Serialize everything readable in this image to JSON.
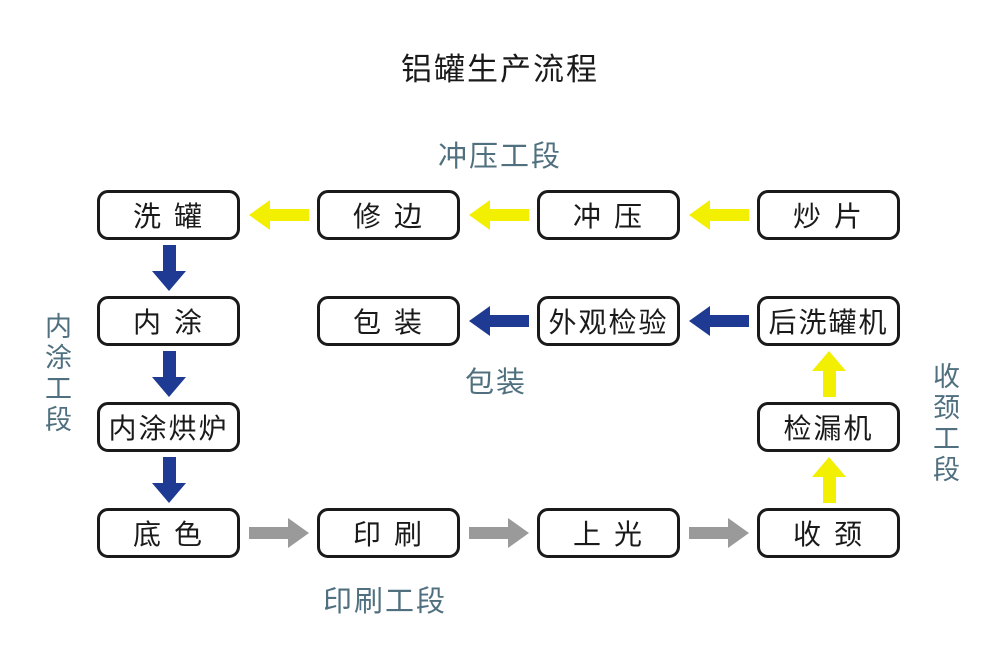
{
  "title": "铝罐生产流程",
  "colors": {
    "background": "#FFFFFF",
    "text": "#1A1A1A",
    "box_border": "#1A1A1A",
    "yellow": "#F3EF00",
    "blue": "#1F3A93",
    "gray": "#9A9A9A",
    "section_label": "#50707F"
  },
  "section_labels": {
    "stamping": "冲压工段",
    "inner_coating": "内涂工段",
    "packing": "包装",
    "necking": "收颈工段",
    "printing": "印刷工段"
  },
  "boxes": {
    "wash_can": "洗 罐",
    "trim": "修 边",
    "stamp": "冲 压",
    "fry_sheet": "炒 片",
    "inner_coat": "内 涂",
    "pack": "包 装",
    "visual_inspect": "外观检验",
    "post_wash": "后洗罐机",
    "inner_coat_oven": "内涂烘炉",
    "leak_test": "检漏机",
    "base_color": "底 色",
    "print": "印 刷",
    "gloss": "上 光",
    "neck": "收 颈"
  }
}
